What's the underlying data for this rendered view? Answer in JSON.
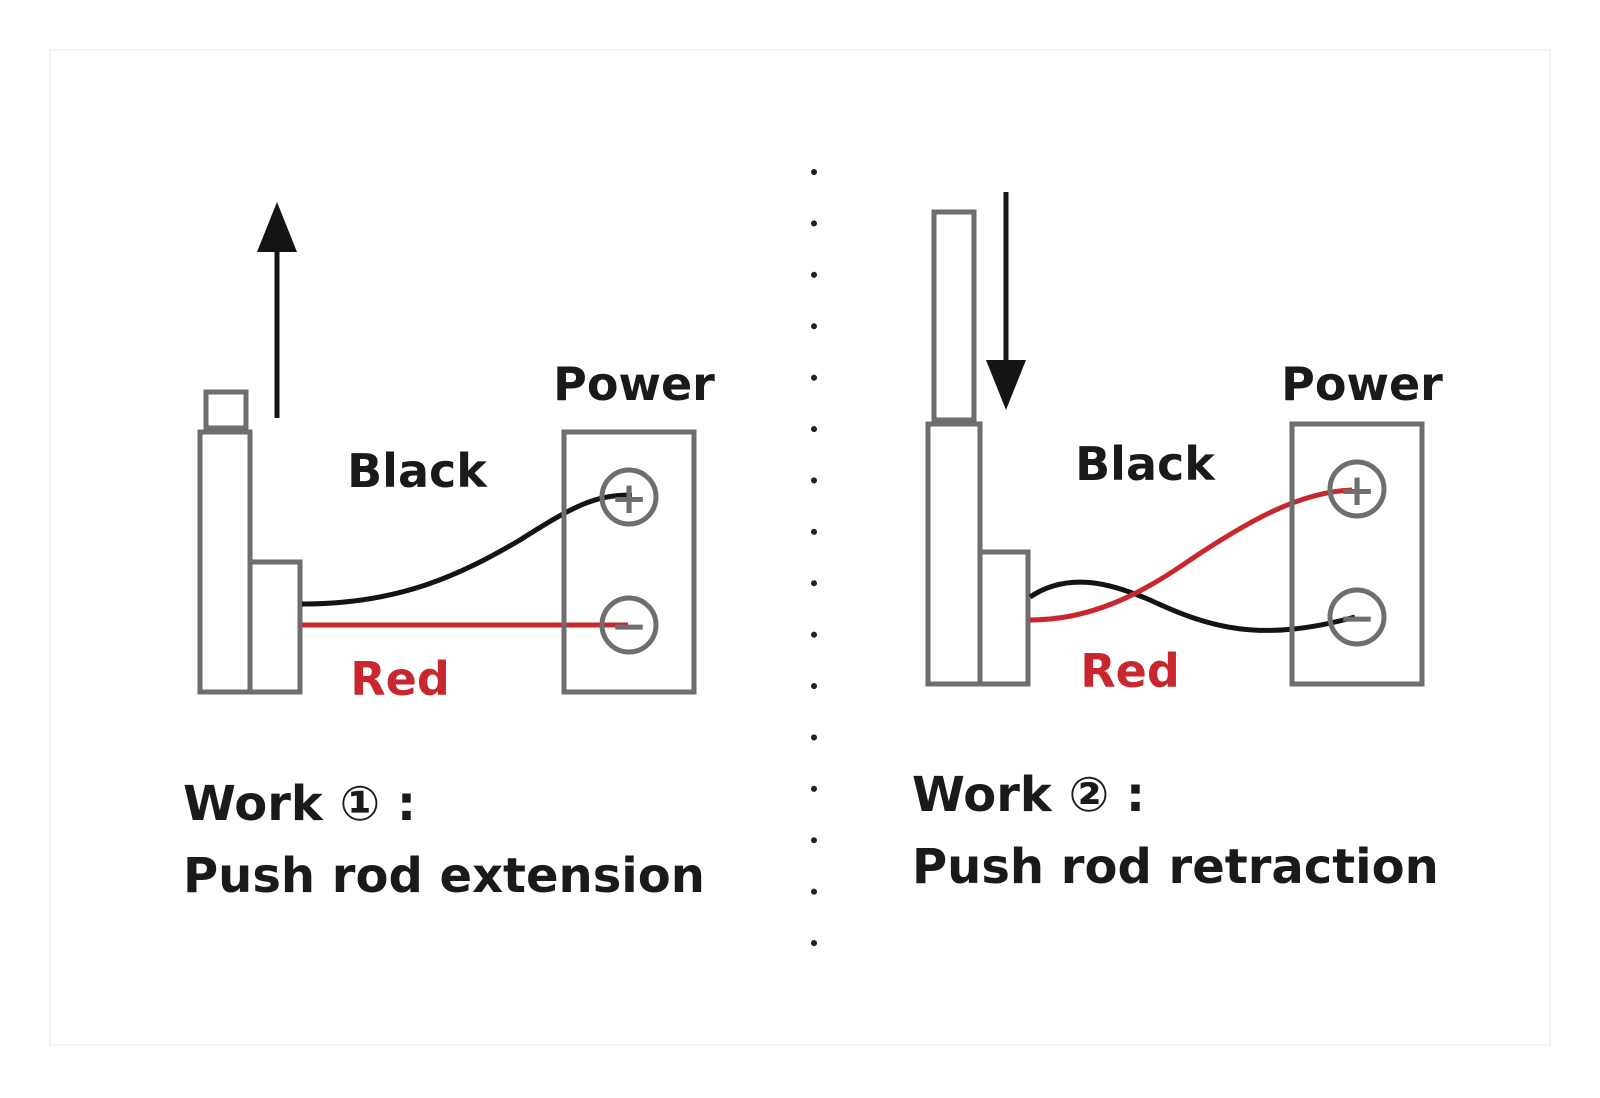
{
  "colors": {
    "outline": "#6e6e6e",
    "black_wire": "#141414",
    "red_wire": "#c8282d",
    "text": "#1a1a1a",
    "red_text": "#c8282d",
    "divider": "#222222",
    "frame": "#f3f3f3"
  },
  "panels": [
    {
      "power_label": "Power",
      "black_label": "Black",
      "red_label": "Red",
      "plus_symbol": "+",
      "minus_symbol": "−",
      "arrow_direction": "up",
      "caption_work": "Work ① :",
      "caption_action": "Push rod extension"
    },
    {
      "power_label": "Power",
      "black_label": "Black",
      "red_label": "Red",
      "plus_symbol": "+",
      "minus_symbol": "−",
      "arrow_direction": "down",
      "caption_work": "Work ② :",
      "caption_action": "Push rod retraction"
    }
  ]
}
